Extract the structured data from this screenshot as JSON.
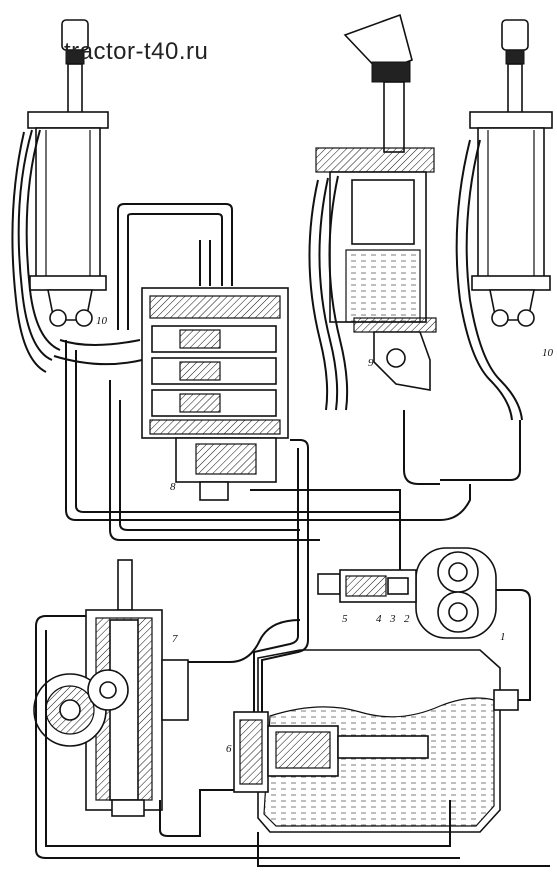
{
  "watermark": "tractor-t40.ru",
  "labels": {
    "l1": "1",
    "l2": "2",
    "l3": "3",
    "l4": "4",
    "l5": "5",
    "l6": "6",
    "l7": "7",
    "l8": "8",
    "l9": "9",
    "l10_left": "10",
    "l10_right": "10"
  }
}
